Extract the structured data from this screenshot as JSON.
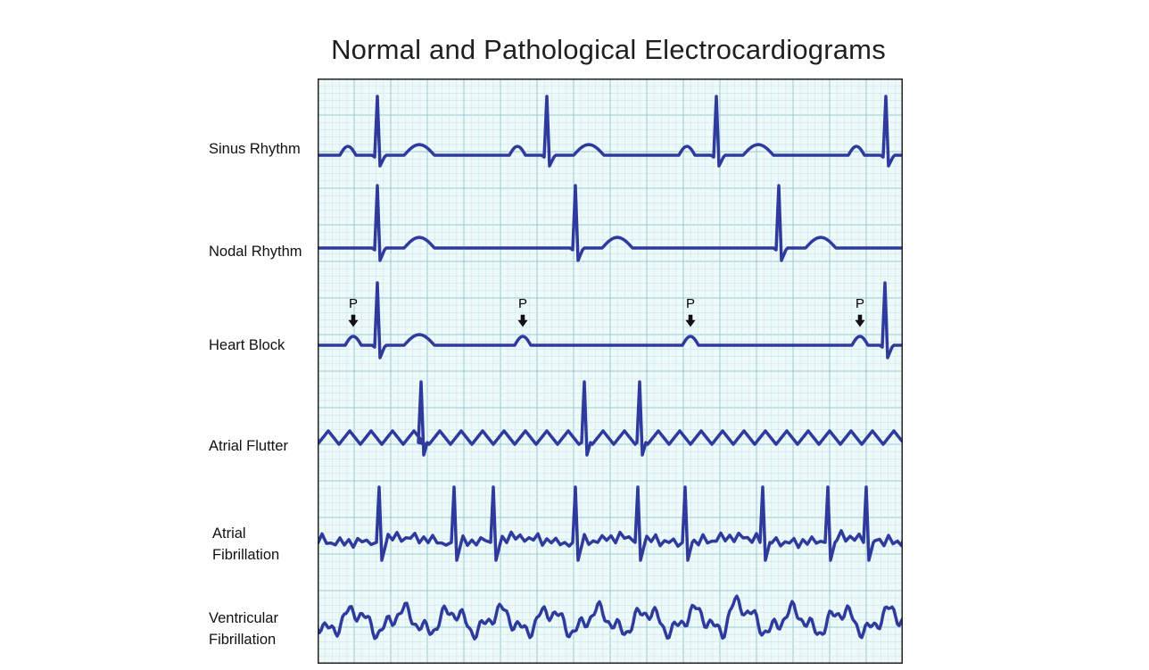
{
  "title": "Normal and Pathological Electrocardiograms",
  "colors": {
    "trace": "#2f3b9c",
    "grid_minor": "#c9e6ea",
    "grid_major": "#99cbd3",
    "paper": "#eef9fa",
    "frame": "#222222"
  },
  "rows": [
    {
      "label_lines": [
        "Sinus Rhythm"
      ]
    },
    {
      "label_lines": [
        "Nodal Rhythm"
      ]
    },
    {
      "label_lines": [
        "Heart Block"
      ],
      "p_marker_label": "P"
    },
    {
      "label_lines": [
        "Atrial Flutter"
      ]
    },
    {
      "label_lines": [
        "Atrial",
        "Fibrillation"
      ]
    },
    {
      "label_lines": [
        "Ventricular",
        "Fibrillation"
      ]
    }
  ]
}
